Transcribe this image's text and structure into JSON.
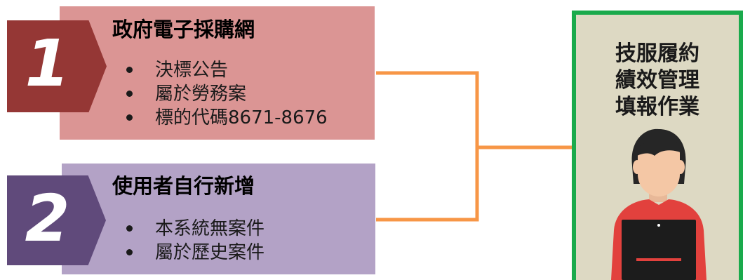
{
  "colors": {
    "card1_bg": "#db9594",
    "card1_marker": "#953735",
    "card2_bg": "#b3a2c6",
    "card2_marker": "#604a7b",
    "connector": "#f79646",
    "panel_border": "#1aaa4c",
    "panel_bg": "#ddd9c3"
  },
  "sources": [
    {
      "number": "1",
      "title": "政府電子採購網",
      "bullets": [
        "決標公告",
        "屬於勞務案",
        "標的代碼8671-8676"
      ]
    },
    {
      "number": "2",
      "title": "使用者自行新增",
      "bullets": [
        "本系統無案件",
        "屬於歷史案件"
      ]
    }
  ],
  "target": {
    "title_lines": [
      "技服履約",
      "績效管理",
      "填報作業"
    ],
    "icon": "person-at-laptop-icon"
  }
}
